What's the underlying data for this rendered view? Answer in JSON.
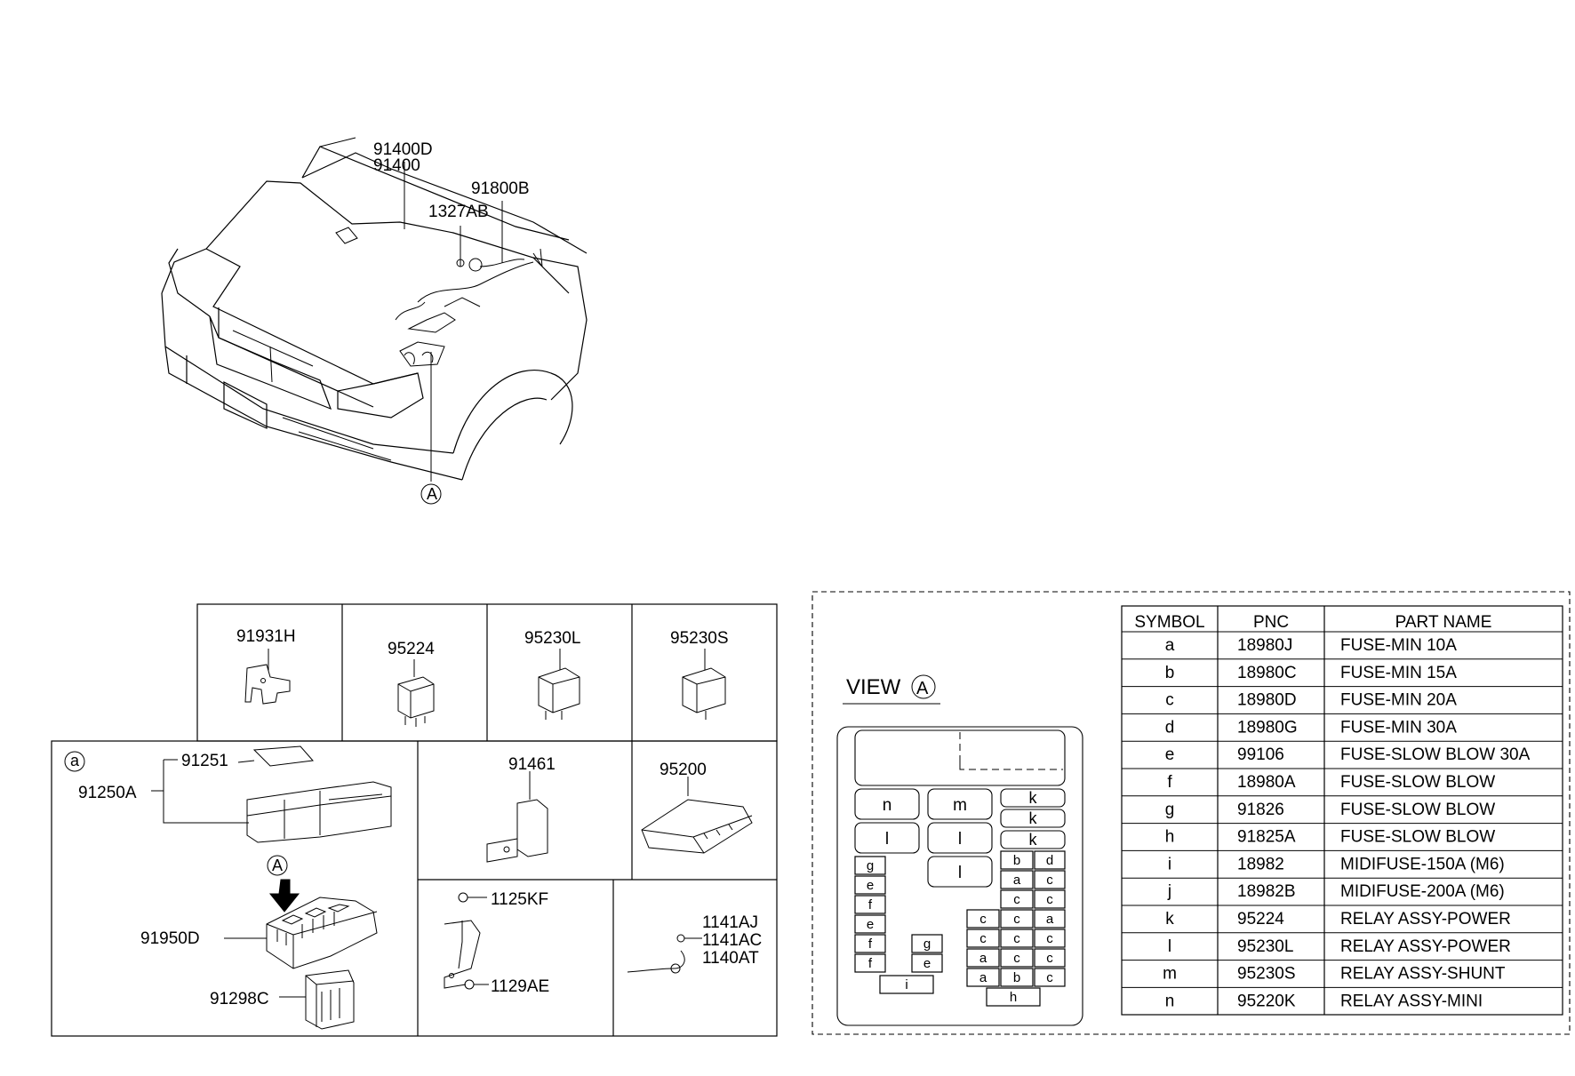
{
  "car_callouts": {
    "p1": "91400D",
    "p2": "91400",
    "p3": "91800B",
    "p4": "1327AB",
    "view_marker": "A"
  },
  "parts_grid": {
    "top_row": [
      "91931H",
      "95224",
      "95230L",
      "95230S"
    ],
    "sub_a_marker": "a",
    "p_91251": "91251",
    "p_91250A": "91250A",
    "view_marker": "A",
    "p_91950D": "91950D",
    "p_91298C": "91298C",
    "p_91461": "91461",
    "p_95200": "95200",
    "p_1125KF": "1125KF",
    "p_1129AE": "1129AE",
    "p_1141AJ": "1141AJ",
    "p_1141AC": "1141AC",
    "p_1140AT": "1140AT"
  },
  "view_a": {
    "title": "VIEW",
    "marker": "A",
    "slots": {
      "n": "n",
      "m": "m",
      "k": "k",
      "l": "l",
      "a": "a",
      "b": "b",
      "c": "c",
      "d": "d",
      "e": "e",
      "f": "f",
      "g": "g",
      "h": "h",
      "i": "i"
    }
  },
  "legend_table": {
    "headers": [
      "SYMBOL",
      "PNC",
      "PART NAME"
    ],
    "rows": [
      [
        "a",
        "18980J",
        "FUSE-MIN 10A"
      ],
      [
        "b",
        "18980C",
        "FUSE-MIN 15A"
      ],
      [
        "c",
        "18980D",
        "FUSE-MIN 20A"
      ],
      [
        "d",
        "18980G",
        "FUSE-MIN 30A"
      ],
      [
        "e",
        "99106",
        "FUSE-SLOW BLOW 30A"
      ],
      [
        "f",
        "18980A",
        "FUSE-SLOW BLOW"
      ],
      [
        "g",
        "91826",
        "FUSE-SLOW BLOW"
      ],
      [
        "h",
        "91825A",
        "FUSE-SLOW BLOW"
      ],
      [
        "i",
        "18982",
        "MIDIFUSE-150A (M6)"
      ],
      [
        "j",
        "18982B",
        "MIDIFUSE-200A (M6)"
      ],
      [
        "k",
        "95224",
        "RELAY ASSY-POWER"
      ],
      [
        "l",
        "95230L",
        "RELAY ASSY-POWER"
      ],
      [
        "m",
        "95230S",
        "RELAY ASSY-SHUNT"
      ],
      [
        "n",
        "95220K",
        "RELAY ASSY-MINI"
      ]
    ]
  }
}
